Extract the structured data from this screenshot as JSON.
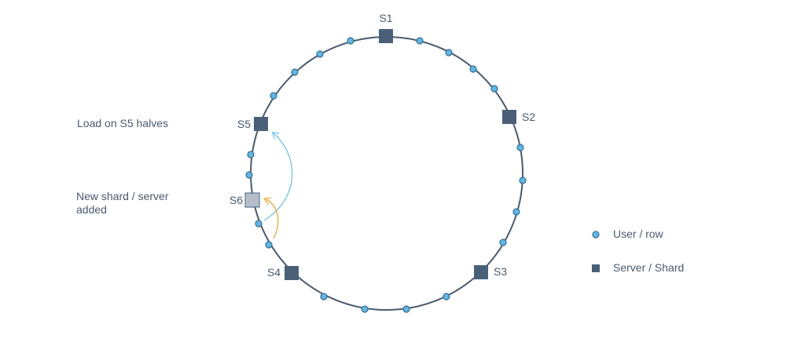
{
  "colors": {
    "ring": "#4a5a6e",
    "server": "#4a6079",
    "server_new": "#b5bfcc",
    "node_fill": "#5bb8e8",
    "node_stroke": "#3a6d8c",
    "arrow_blue": "#6cc3ee",
    "arrow_orange": "#f0a832",
    "text": "#4a5a6e"
  },
  "servers": [
    {
      "label": "S1",
      "new": false
    },
    {
      "label": "S2",
      "new": false
    },
    {
      "label": "S3",
      "new": false
    },
    {
      "label": "S4",
      "new": false
    },
    {
      "label": "S5",
      "new": false
    },
    {
      "label": "S6",
      "new": true
    }
  ],
  "annotations": {
    "s5_note": "Load on S5 halves",
    "s6_note_line1": "New shard / server",
    "s6_note_line2": "added"
  },
  "legend": {
    "user_row": "User / row",
    "server_shard": "Server / Shard"
  }
}
